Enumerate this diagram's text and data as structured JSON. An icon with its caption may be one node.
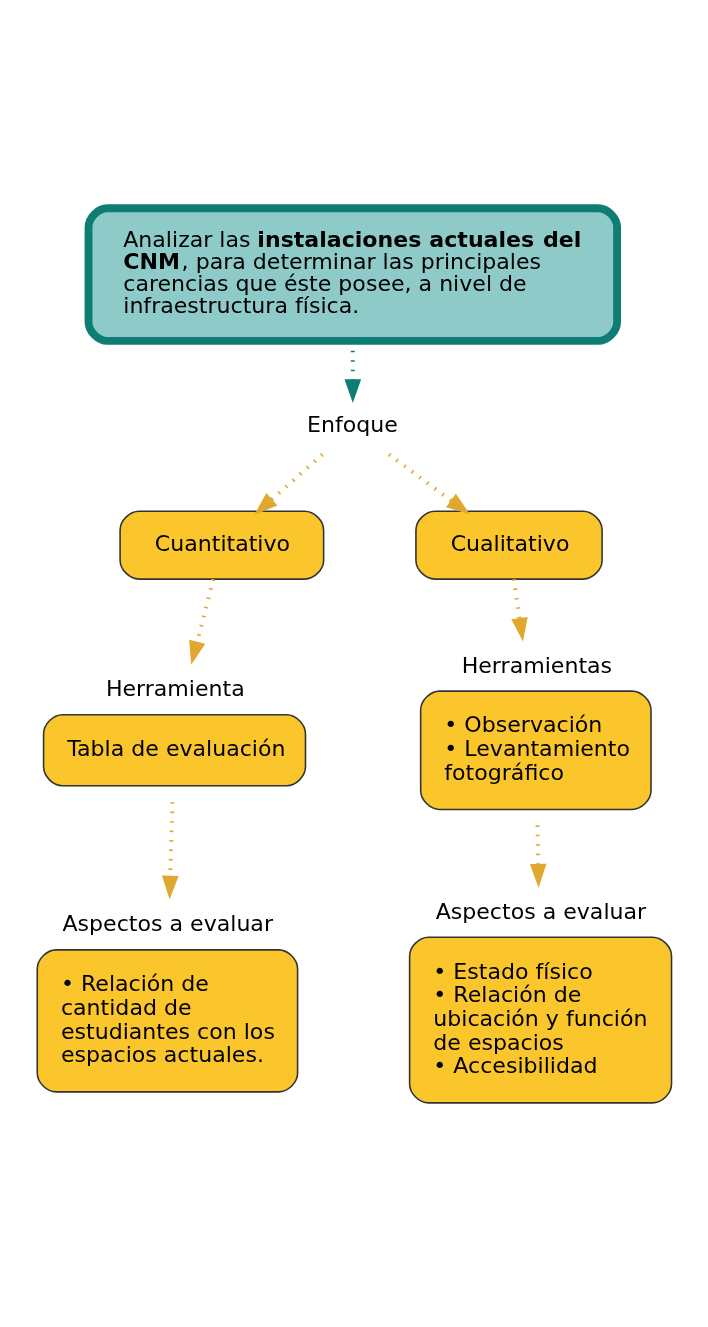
{
  "diagram": {
    "nodes": [
      {
        "text": [
          "Analizar las **instalaciones actuales del CNM**, para determinar las principales carencias que éste posee, a nivel de infraestructura física."
        ]
      },
      {
        "text": [
          "Enfoque"
        ]
      },
      {
        "text": [
          "Cuantitativo"
        ]
      },
      {
        "text": [
          "Cualitativo"
        ]
      },
      {
        "text": [
          "Herramienta",
          "Tabla de evaluación"
        ]
      },
      {
        "text": [
          "Herramientas",
          "• Observación",
          "• Levantamiento fotográfico"
        ]
      },
      {
        "text": [
          "Aspectos a evaluar",
          "• Relación de cantidad de estudiantes con los espacios actuales."
        ]
      },
      {
        "text": [
          "Aspectos a evaluar",
          "• Estado físico",
          "• Relación de ubicación y función de espacios",
          "• Accesibilidad"
        ]
      }
    ],
    "edges": [
      {
        "from": 0,
        "to": 1,
        "arrow": "to",
        "style": "dashed",
        "color": "#0e7e74"
      },
      {
        "from": 1,
        "to": 2,
        "arrow": "to",
        "style": "dashed"
      },
      {
        "from": 1,
        "to": 3,
        "arrow": "to",
        "style": "dashed"
      },
      {
        "from": 2,
        "to": 4,
        "arrow": "to",
        "style": "dashed"
      },
      {
        "from": 3,
        "to": 5,
        "arrow": "to",
        "style": "dashed"
      },
      {
        "from": 4,
        "to": 6,
        "arrow": "to",
        "style": "dashed"
      },
      {
        "from": 5,
        "to": 7,
        "arrow": "to",
        "style": "dashed"
      }
    ]
  }
}
